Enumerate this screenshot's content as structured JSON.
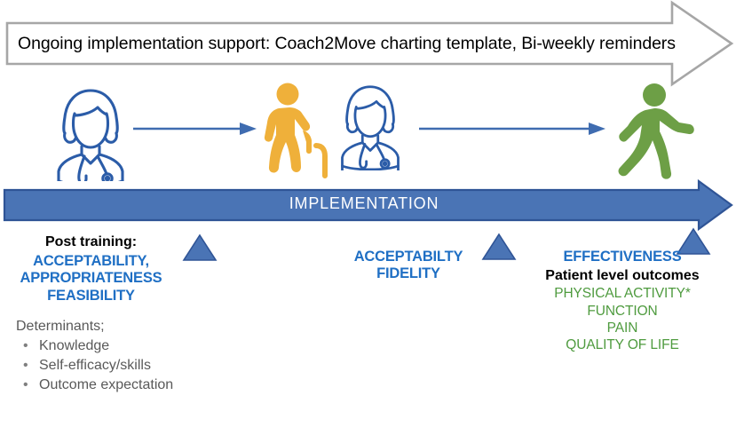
{
  "banner": {
    "text": "Ongoing implementation support: Coach2Move charting template, Bi-weekly reminders"
  },
  "implementation_arrow": {
    "label": "IMPLEMENTATION"
  },
  "figures": [
    {
      "name": "clinician-blue-outline",
      "role": "Physical therapist (pre-training)"
    },
    {
      "name": "older-adult-with-cane-yellow",
      "role": "Older adult patient with cane"
    },
    {
      "name": "clinician-blue-outline-2",
      "role": "Physical therapist (during implementation)"
    },
    {
      "name": "walking-person-green",
      "role": "Active walking older adult (outcome)"
    }
  ],
  "stages": {
    "stage1": {
      "heading": "Post training:",
      "lines": [
        "ACCEPTABILITY,",
        "APPROPRIATENESS",
        "FEASIBILITY"
      ],
      "determinants_title": "Determinants;",
      "determinants": [
        "Knowledge",
        "Self-efficacy/skills",
        "Outcome expectation"
      ],
      "bullet_glyph": "•"
    },
    "stage2": {
      "lines": [
        "ACCEPTABILTY",
        "FIDELITY"
      ]
    },
    "stage3": {
      "effectiveness": "EFFECTIVENESS",
      "patient_outcomes_heading": "Patient level outcomes",
      "outcomes": [
        "PHYSICAL ACTIVITY*",
        "FUNCTION",
        "PAIN",
        "QUALITY OF LIFE"
      ]
    }
  },
  "colors": {
    "banner_outline": "#a6a6a6",
    "arrow_blue_fill": "#4a74b5",
    "arrow_blue_border": "#2f5496",
    "accent_blue": "#1f6fc4",
    "figure_blue": "#2b5ca8",
    "figure_yellow": "#efb03a",
    "figure_green": "#6d9f46",
    "outcome_green": "#4f9b3f",
    "determinant_gray": "#595959",
    "triangle_fill": "#4a74b5",
    "triangle_border": "#2f5496"
  }
}
